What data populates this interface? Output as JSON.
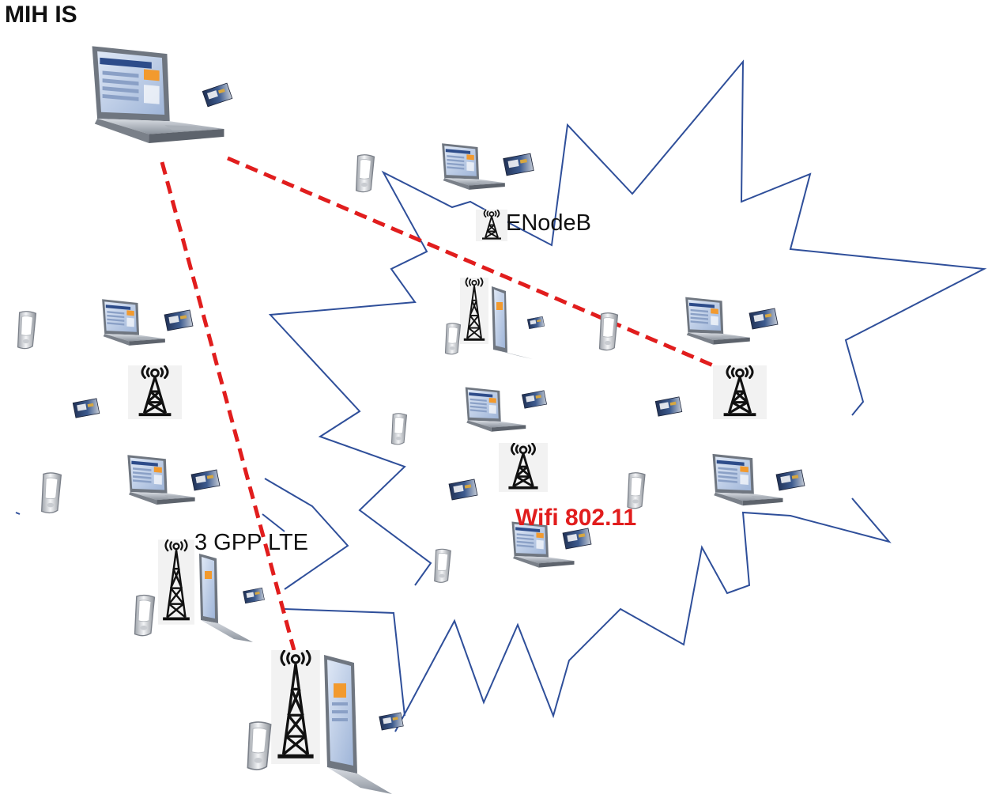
{
  "labels": {
    "title": "MIH  IS",
    "enodeb": "ENodeB",
    "lte": "3 GPP LTE",
    "wifi": "Wifi 802.11"
  },
  "colors": {
    "link": "#e11d1d",
    "cloud_outline": "#2f4f9a",
    "wifi_label": "#e11d1d",
    "tower": "#111111"
  },
  "icons": {
    "laptop": "laptop-icon",
    "pda": "pda-icon",
    "card": "network-card-icon",
    "tower": "antenna-tower-icon"
  }
}
